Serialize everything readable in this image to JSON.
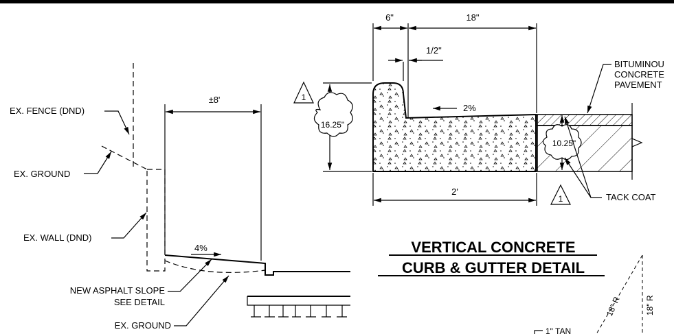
{
  "left_detail": {
    "dim_width": "±8'",
    "fence_label": "EX. FENCE (DND)",
    "ground_label_top": "EX. GROUND",
    "wall_label": "EX. WALL (DND)",
    "slope_pct": "4%",
    "asphalt_label_line1": "NEW ASPHALT SLOPE",
    "asphalt_label_line2": "SEE DETAIL",
    "ground_label_bottom": "EX. GROUND"
  },
  "curb_detail": {
    "dim_top_left": "6\"",
    "dim_top_right": "18\"",
    "dim_half_inch": "1/2\"",
    "revision_mark": "1",
    "height_callout": "16.25\"",
    "gutter_slope": "2%",
    "depth_callout": "10.25\"",
    "bottom_dim": "2'",
    "pavement_label_line1": "BITUMINOU",
    "pavement_label_line2": "CONCRETE",
    "pavement_label_line3": "PAVEMENT",
    "tack_coat_label": "TACK COAT"
  },
  "title": {
    "line1": "VERTICAL CONCRETE",
    "line2": "CURB & GUTTER DETAIL"
  },
  "corner_detail": {
    "radius_label_a": "18\" R",
    "radius_label_b": "18\" R",
    "tan_label": "1\" TAN"
  }
}
